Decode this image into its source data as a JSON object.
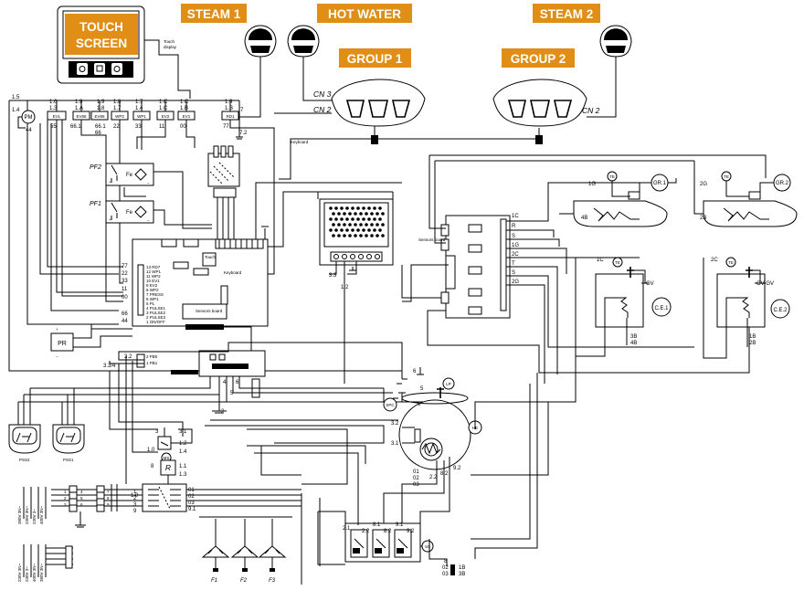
{
  "colors": {
    "tag_bg": "#e08e16",
    "tag_text": "#ffffff",
    "line": "#000000",
    "bg": "#ffffff"
  },
  "tags": {
    "touch_screen_line1": "TOUCH",
    "touch_screen_line2": "SCREEN",
    "steam1": "STEAM 1",
    "hot_water": "HOT WATER",
    "steam2": "STEAM 2",
    "group1": "GROUP 1",
    "group2": "GROUP 2"
  },
  "cn_labels": {
    "cn3": "CN 3",
    "cn2_left": "CN 2",
    "cn2_right": "CN 2"
  },
  "touch_display": {
    "line1": "Touch",
    "line2": "display"
  },
  "boards": {
    "keyboard_top": "Keyboard",
    "keyboard_mid": "Keyboard",
    "sensors_board": "Sensors board",
    "sensors_board_right": "Sensors board"
  },
  "components": {
    "pm": "PM",
    "pr": "PR",
    "pf2": "PF2",
    "pf1": "PF1",
    "fe": "Fe",
    "gr1": "GR.1",
    "gr2": "GR.2",
    "ce1": "C.E.1",
    "ce2": "C.E.2",
    "te": "TE",
    "lp": "LP",
    "he": "HE",
    "spc": "SPC",
    "r": "R",
    "ms": "MS",
    "ss": "SS",
    "f1": "F1",
    "f2": "F2",
    "f3": "F3",
    "gv": "GV",
    "gv_gv": "GV-GV",
    "1g": "1G",
    "2g": "2G",
    "1c": "1C",
    "2c": "2C",
    "4b": "4B",
    "2b": "2B",
    "3b": "3B",
    "1b": "1B"
  },
  "relay_labels": {
    "col1_top": "1.5",
    "col1_mid": "1.4",
    "col1_bot": "44",
    "r_evl_top": "1.6",
    "r_evl_mid": "1.3",
    "r_evl": "EVL",
    "r_evl_b": "55",
    "r_ev66_top": "1.9",
    "r_ev66_mid": "1.A",
    "r_ev66": "EV66",
    "r_ev66_b": "66.1",
    "r_ev66b_top": "1.9",
    "r_ev66b_mid": "1.8",
    "r_ev66b": "EV66",
    "r_ev66b_b": "66.1",
    "r_wp2_top": "1.8",
    "r_wp2_mid": "1.7",
    "r_wp2": "WP2",
    "r_wp2_b": "22",
    "r_wp1_top": "1.7",
    "r_wp1_mid": "1.4",
    "r_wp1": "WP1",
    "r_wp1_b": "33",
    "r_ev2_top": "1.C",
    "r_ev2_mid": "1.C",
    "r_ev2": "EV2",
    "r_ev2_b": "11",
    "r_ev1_top": "1.C",
    "r_ev1_mid": "1.B",
    "r_ev1": "EV1",
    "r_ev1_b": "00",
    "r_rd1_top": "1.9",
    "r_rd1_mid": "1.B",
    "r_rd1": "RD1",
    "r_rd1_b": "77",
    "n72": "7.2",
    "n66": "66",
    "n7": "7"
  },
  "wire_numbers": {
    "w77": "77",
    "w22": "22",
    "w33": "33",
    "w11": "11",
    "w00": "00",
    "w55": "55",
    "w44": "44",
    "w66": "66",
    "w32": "3.2",
    "w33b": "3.3",
    "w34": "3.3/4",
    "w31": "3.1",
    "w12": "1.2",
    "w10": "1.0",
    "w3": "3",
    "w14": "1.4",
    "w13": "1.3",
    "w11b": "1.1",
    "w13b": "1.3",
    "w2": "2",
    "w6": "6",
    "w4": "4",
    "w5": "5",
    "w7": "7",
    "w8": "8",
    "w01": "01",
    "w02": "02",
    "w03": "03",
    "w82": "8.2",
    "w92": "9.2",
    "w22b": "2.2",
    "w21": "2.1",
    "w81": "8.1",
    "w91": "9.1",
    "w_top": "1C",
    "w_r": "R",
    "w_s": "S",
    "w_1g": "1G",
    "w_2c": "2C",
    "w_t": "T",
    "w_s2": "S",
    "w_2g": "2G",
    "w_01b": "01",
    "w_02b": "02",
    "w_03b": "03",
    "w_1b": "1B",
    "w_3b": "3B",
    "w_8": "8",
    "w_r1": "1",
    "w_r2": "2",
    "w_r3": "3",
    "w_r4": "4",
    "w_r5": "5",
    "w_r6": "6",
    "w_r7": "7",
    "w_r8": "8",
    "w_r9": "9",
    "w_l1": "1",
    "w_l2": "2",
    "w_l3": "3",
    "w_l8": "8",
    "w_l9": "9",
    "w_l0": "0",
    "w_l02": "02",
    "w_l03": "03",
    "w_l91": "9.1"
  },
  "board_pins": {
    "pins": [
      "13 RD7",
      "12 WP1",
      "11 WP2",
      "10 EV1",
      "9 EV2",
      "8 WP2",
      "7 PRESS",
      "6 WP1",
      "5 PL",
      "4 PULSE1",
      "3 PULSE2",
      "2 PULSE3",
      "1 ON/OFF"
    ],
    "pins2": [
      "2 PB0",
      "1 PB1"
    ]
  },
  "power_labels": [
    "380V 3N~",
    "230V 3N~",
    "230V 3~",
    "400V 3N~"
  ],
  "power_labels2": [
    "230V 3N~",
    "230V 3~",
    "400V 3N~",
    "380V 3N~"
  ],
  "plug_labels": {
    "p1": "PSS2",
    "p2": "PSS1"
  }
}
